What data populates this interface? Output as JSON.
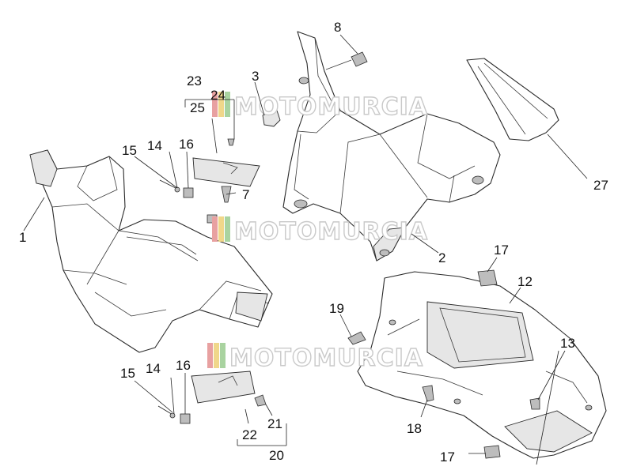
{
  "callouts": {
    "c1": "1",
    "c2": "2",
    "c3": "3",
    "c7": "7",
    "c8": "8",
    "c12": "12",
    "c13": "13",
    "c14a": "14",
    "c14b": "14",
    "c15a": "15",
    "c15b": "15",
    "c16a": "16",
    "c16b": "16",
    "c17a": "17",
    "c17b": "17",
    "c18": "18",
    "c19": "19",
    "c20": "20",
    "c21": "21",
    "c22": "22",
    "c23": "23",
    "c24": "24",
    "c25": "25",
    "c27": "27"
  },
  "watermark": {
    "text": "MOTOMURCIA",
    "colors": [
      "#e8a1a1",
      "#f0d78a",
      "#a9d3a0"
    ]
  }
}
